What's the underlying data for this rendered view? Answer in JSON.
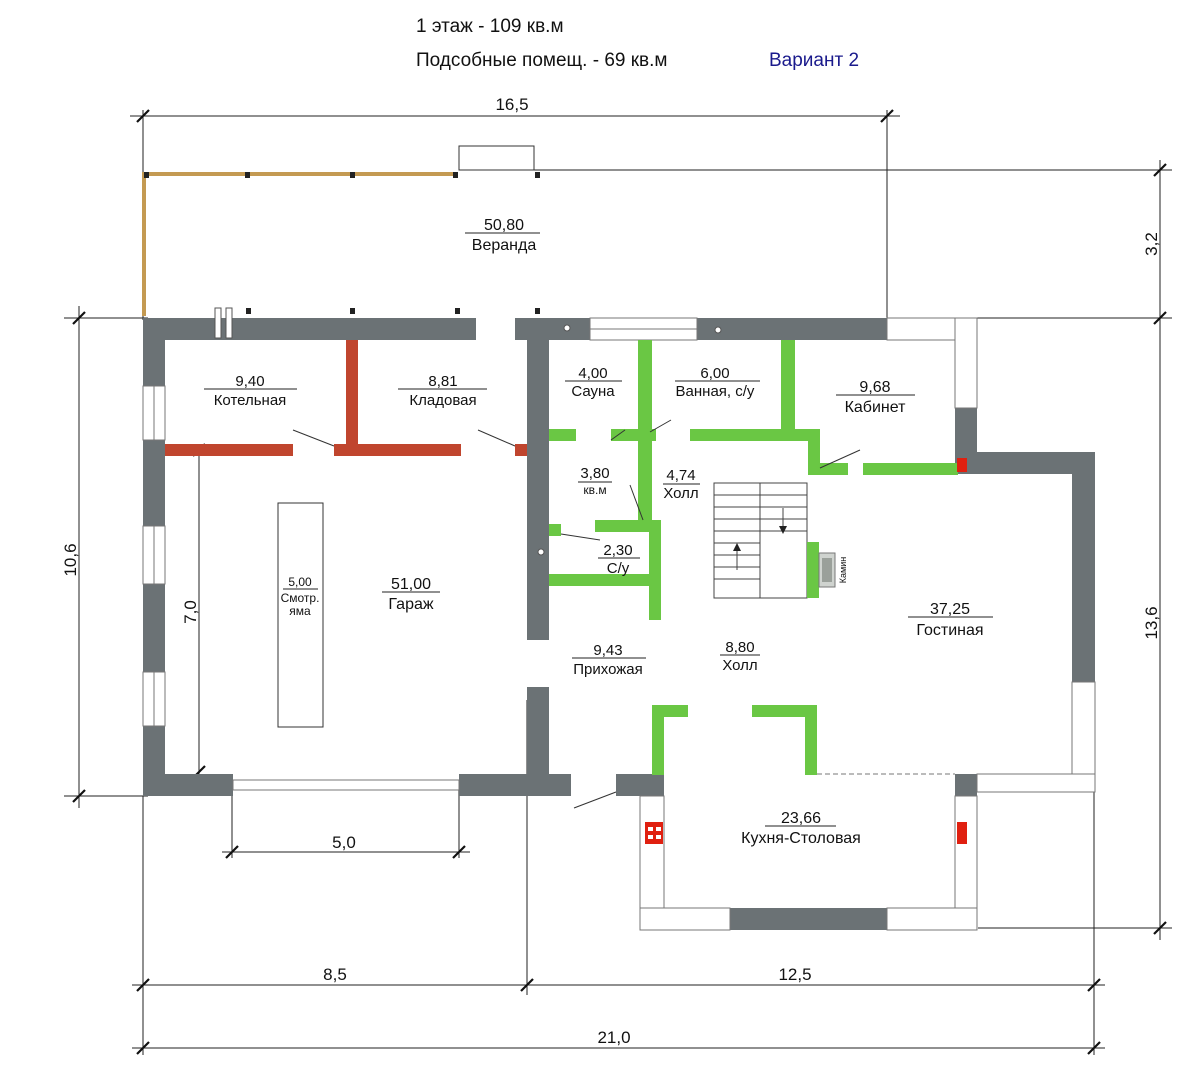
{
  "header": {
    "line1": "1 этаж - 109 кв.м",
    "line2": "Подсобные помещ. - 69 кв.м",
    "variant": "Вариант 2"
  },
  "rooms": {
    "veranda": {
      "area": "50,80",
      "name": "Веранда"
    },
    "boiler": {
      "area": "9,40",
      "name": "Котельная"
    },
    "pantry": {
      "area": "8,81",
      "name": "Кладовая"
    },
    "sauna": {
      "area": "4,00",
      "name": "Сауна"
    },
    "bath": {
      "area": "6,00",
      "name": "Ванная, с/у"
    },
    "office": {
      "area": "9,68",
      "name": "Кабинет"
    },
    "hall_small": {
      "area": "3,80",
      "name": "кв.м"
    },
    "hall2": {
      "area": "4,74",
      "name": "Холл"
    },
    "wc": {
      "area": "2,30",
      "name": "С/у"
    },
    "garage": {
      "area": "51,00",
      "name": "Гараж"
    },
    "pit": {
      "area": "5,00",
      "name1": "Смотр.",
      "name2": "яма"
    },
    "living": {
      "area": "37,25",
      "name": "Гостиная"
    },
    "entry": {
      "area": "9,43",
      "name": "Прихожая"
    },
    "hall": {
      "area": "8,80",
      "name": "Холл"
    },
    "kitchen": {
      "area": "23,66",
      "name": "Кухня-Столовая"
    },
    "fireplace": {
      "name": "Камин"
    }
  },
  "dimensions": {
    "top_width": "16,5",
    "veranda_depth": "3,2",
    "left_height": "10,6",
    "right_height": "13,6",
    "garage_inner": "7,0",
    "garage_door": "5,0",
    "bottom_left": "8,5",
    "bottom_right": "12,5",
    "total": "21,0"
  },
  "colors": {
    "wall": "#6b7275",
    "partition_green": "#6ac744",
    "brick": "#c0452e",
    "veranda_rail": "#c49a52",
    "heater": "#e02010"
  }
}
